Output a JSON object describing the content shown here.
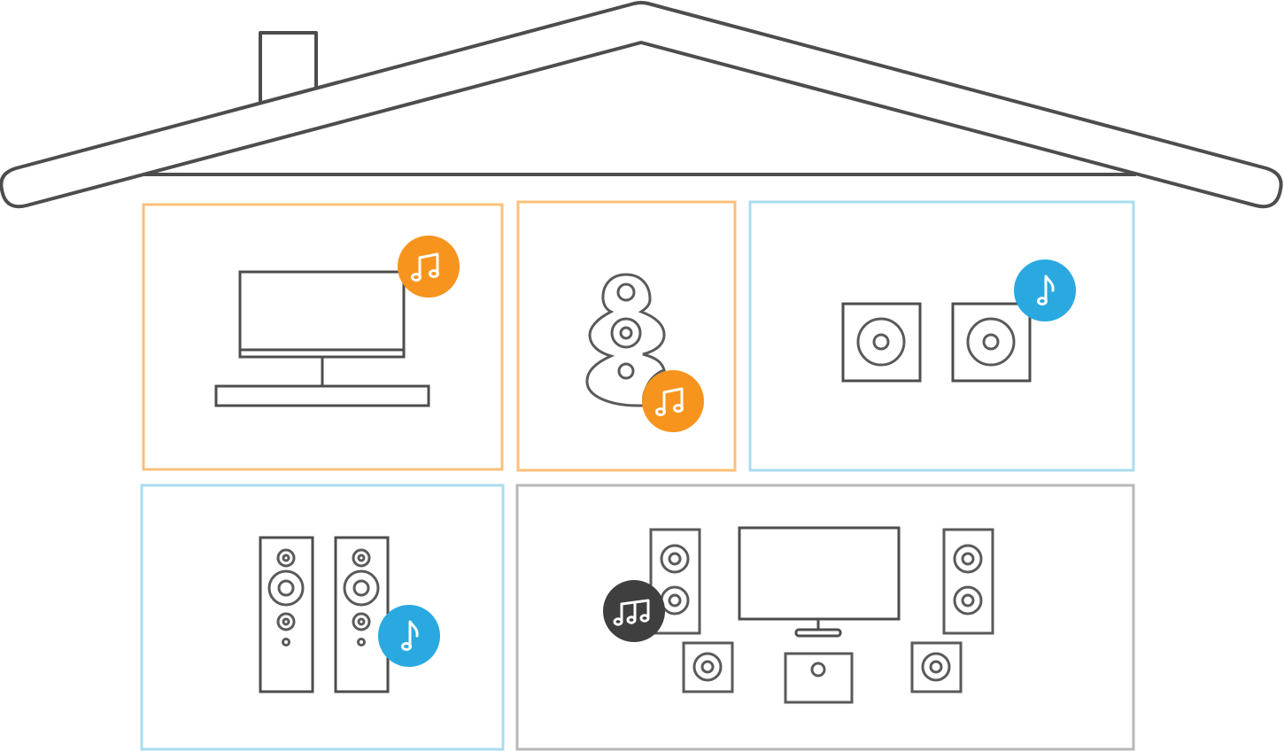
{
  "colors": {
    "outline": "#4d4d4d",
    "device": "#5a5a5a",
    "orange": "#f7941d",
    "orange_border": "#fbc07a",
    "blue": "#29a9e0",
    "blue_border": "#a9dcf0",
    "gray_border": "#b8b8b8",
    "dark_badge": "#3f3f3f"
  },
  "rooms": [
    {
      "id": "tv-soundbar-room",
      "zone": "orange",
      "device": "tv-with-soundbar",
      "badge": {
        "color": "orange",
        "icon": "double-eighth-note-icon"
      }
    },
    {
      "id": "stacked-speaker-room",
      "zone": "orange",
      "device": "stacked-speaker",
      "badge": {
        "color": "orange",
        "icon": "double-eighth-note-icon"
      }
    },
    {
      "id": "bookshelf-speaker-room",
      "zone": "blue",
      "device": "bookshelf-speakers",
      "badge": {
        "color": "blue",
        "icon": "single-eighth-note-icon"
      }
    },
    {
      "id": "floorstanding-speaker-room",
      "zone": "blue",
      "device": "floorstanding-speakers",
      "badge": {
        "color": "blue",
        "icon": "single-eighth-note-icon"
      }
    },
    {
      "id": "home-theater-room",
      "zone": "gray",
      "device": "surround-sound-system",
      "badge": {
        "color": "dark",
        "icon": "triple-note-icon"
      }
    }
  ]
}
